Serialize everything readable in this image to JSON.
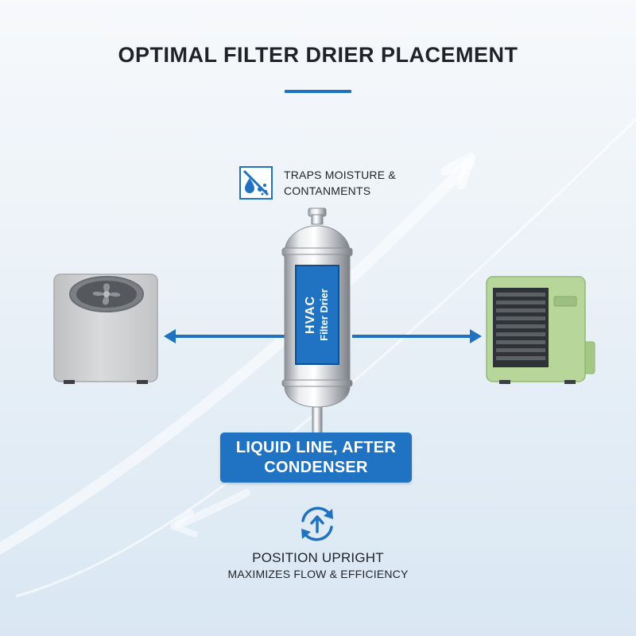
{
  "title": "OPTIMAL FILTER DRIER PLACEMENT",
  "moisture_note": {
    "icon": "moisture-filter-icon",
    "lines": [
      "TRAPS MOISTURE &",
      "CONTANMENTS"
    ]
  },
  "drier": {
    "label_line1": "HVAC",
    "label_line2": "Filter Drier"
  },
  "placement": {
    "lines": [
      "LIQUID LINE, AFTER",
      "CONDENSER"
    ]
  },
  "orientation": {
    "icon": "upright-rotate-icon",
    "title": "POSITION UPRIGHT",
    "subtitle": "MAXIMIZES FLOW & EFFICIENCY"
  },
  "colors": {
    "accent": "#1f72c0",
    "condenser_left": "#c9cacc",
    "condenser_right": "#b8d79c",
    "text": "#1f2329"
  }
}
